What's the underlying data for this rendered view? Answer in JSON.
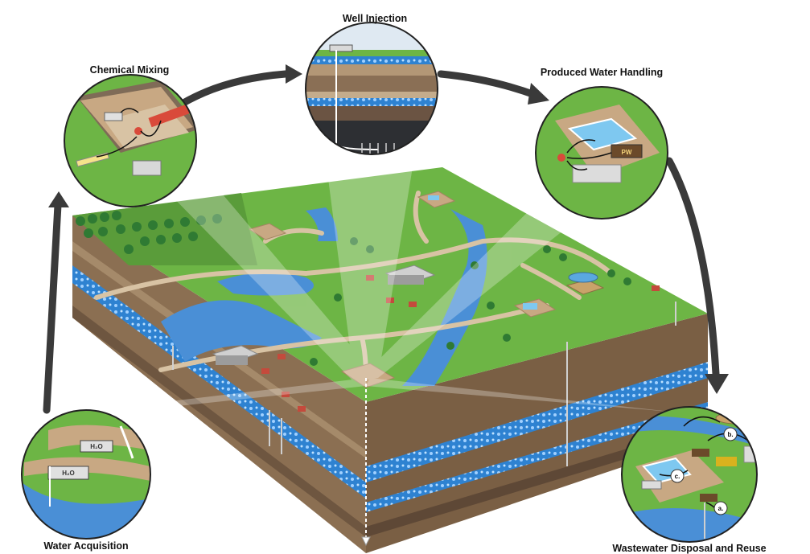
{
  "labels": {
    "well_injection": "Well Injection",
    "chemical_mixing": "Chemical Mixing",
    "produced_water_handling": "Produced Water Handling",
    "water_acquisition": "Water Acquisition",
    "wastewater_disposal": "Wastewater Disposal and Reuse"
  },
  "badges": {
    "h2o_1": "H₂O",
    "h2o_2": "H₂O",
    "pw": "PW",
    "a": "a.",
    "b": "b.",
    "c": "c."
  },
  "colors": {
    "arrow": "#3a3a3a",
    "grass": "#6db545",
    "grass_dark": "#4e8f2f",
    "water": "#3f86cf",
    "pad": "#c8a883",
    "soil": "#8b6f52"
  }
}
